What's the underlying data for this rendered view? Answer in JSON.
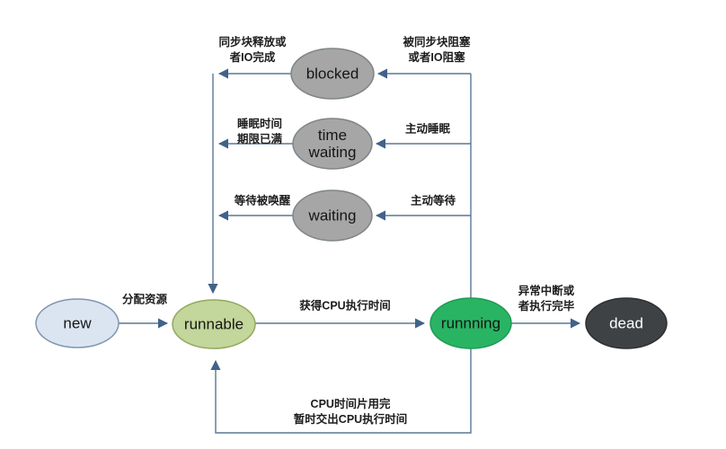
{
  "states": {
    "new": {
      "label": "new"
    },
    "runnable": {
      "label": "runnable"
    },
    "running": {
      "label": "runnning"
    },
    "dead": {
      "label": "dead"
    },
    "blocked": {
      "label": "blocked"
    },
    "timed_waiting": {
      "label": "time\nwaiting"
    },
    "waiting": {
      "label": "waiting"
    }
  },
  "transitions": {
    "blocked_to_runnable": {
      "label": "同步块释放或\n者IO完成"
    },
    "running_to_blocked": {
      "label": "被同步块阻塞\n或者IO阻塞"
    },
    "timed_waiting_to_runnable": {
      "label": "睡眠时间\n期限已满"
    },
    "running_to_timed_waiting": {
      "label": "主动睡眠"
    },
    "waiting_to_runnable": {
      "label": "等待被唤醒"
    },
    "running_to_waiting": {
      "label": "主动等待"
    },
    "new_to_runnable": {
      "label": "分配资源"
    },
    "runnable_to_running": {
      "label": "获得CPU执行时间"
    },
    "running_to_dead": {
      "label": "异常中断或\n者执行完毕"
    },
    "running_to_runnable": {
      "label": "CPU时间片用完\n暂时交出CPU执行时间"
    }
  },
  "colors": {
    "background": "#ffffff",
    "arrow": "#4a6b92",
    "state_new_fill": "#dbe5f1",
    "state_runnable_fill": "#c3d69b",
    "state_running_fill": "#29b464",
    "state_dead_fill": "#3f4245",
    "state_waiting_fill": "#a6a6a6"
  }
}
